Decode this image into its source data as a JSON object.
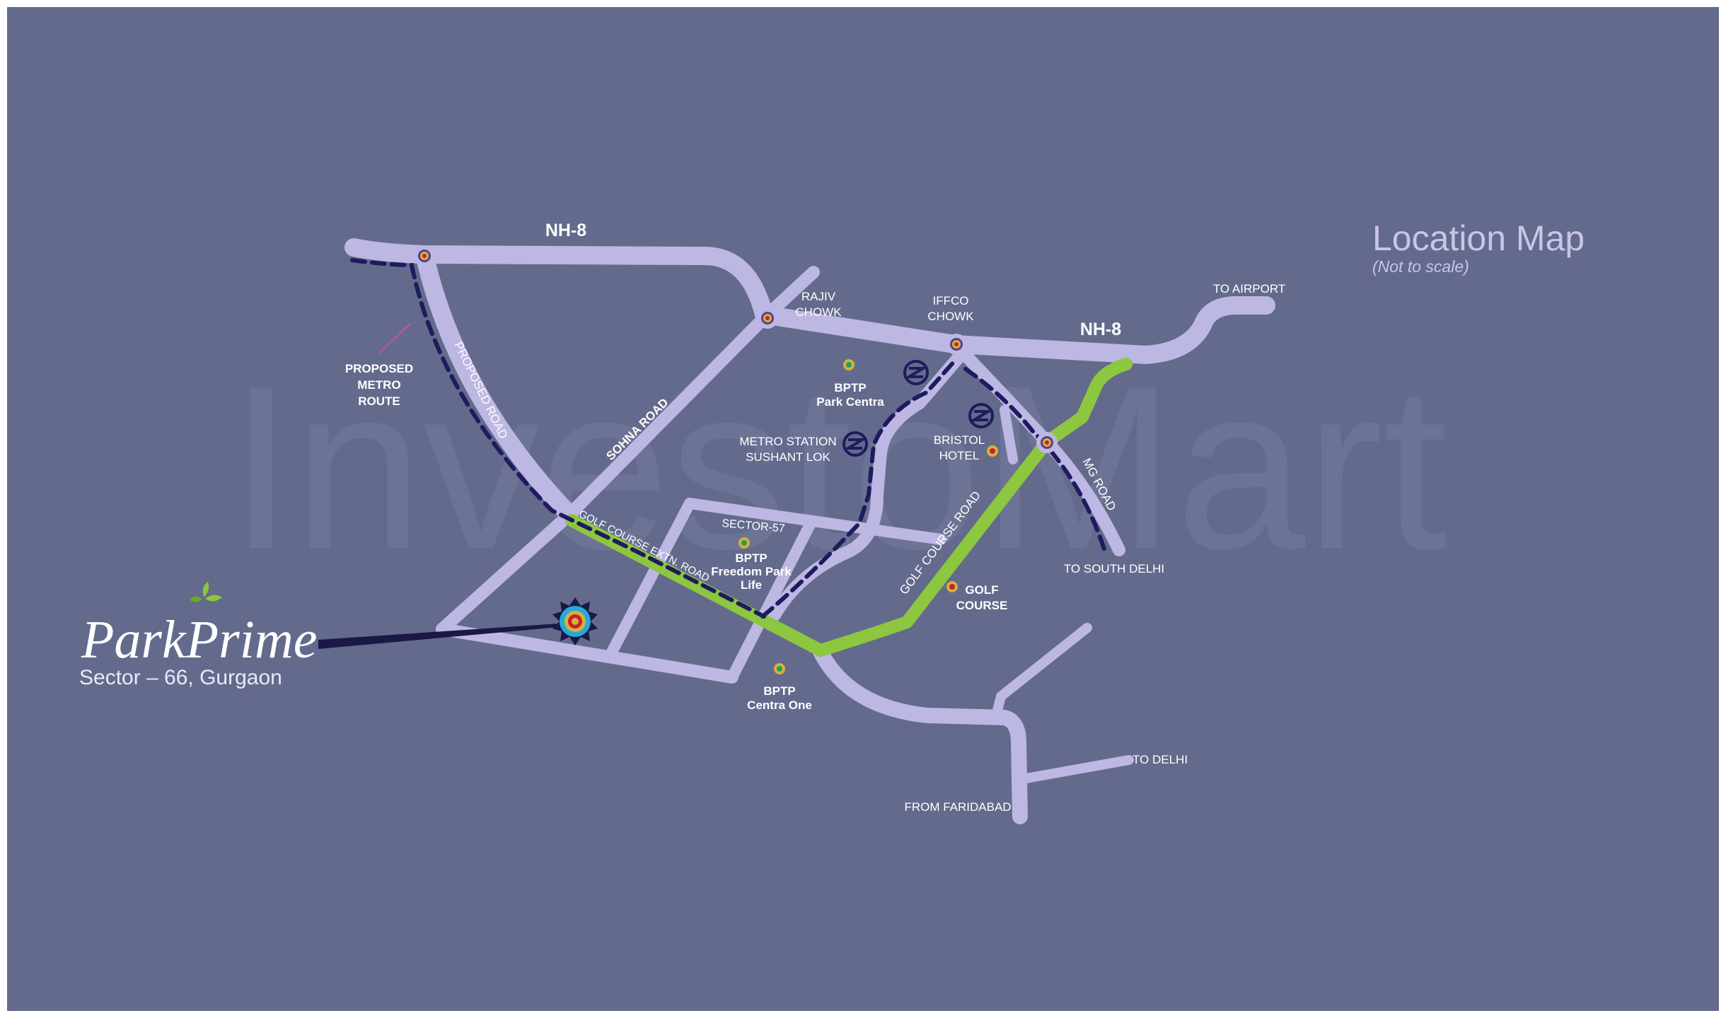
{
  "title": "Location Map",
  "subtitle": "(Not to scale)",
  "watermark": "InvestoMart",
  "project": {
    "name": "ParkPrime",
    "location": "Sector – 66, Gurgaon"
  },
  "roads": {
    "nh8_west": "NH-8",
    "nh8_east": "NH-8",
    "proposed_road": "PROPOSED ROAD",
    "sohna_road": "SOHNA ROAD",
    "golf_course_extn_road": "GOLF COURSE EXTN. ROAD",
    "golf_course_road": "GOLF COURSE ROAD",
    "mg_road": "MG ROAD",
    "sector_57": "SECTOR-57"
  },
  "places": {
    "rajiv_chowk": [
      "RAJIV",
      "CHOWK"
    ],
    "iffco_chowk": [
      "IFFCO",
      "CHOWK"
    ],
    "to_airport": "TO AIRPORT",
    "proposed_metro_route": [
      "PROPOSED",
      "METRO",
      "ROUTE"
    ],
    "bptp_park_centra": [
      "BPTP",
      "Park Centra"
    ],
    "metro_station_sushant_lok": [
      "METRO STATION",
      "SUSHANT LOK"
    ],
    "bristol_hotel": [
      "BRISTOL",
      "HOTEL"
    ],
    "to_south_delhi": "TO SOUTH DELHI",
    "bptp_freedom_park_life": [
      "BPTP",
      "Freedom Park",
      "Life"
    ],
    "golf_course": [
      "GOLF",
      "COURSE"
    ],
    "bptp_centra_one": [
      "BPTP",
      "Centra One"
    ],
    "to_delhi": "TO DELHI",
    "from_faridabad": "FROM FARIDABAD"
  },
  "colors": {
    "background": "#636a8c",
    "road": "#bdb7e3",
    "highway_green": "#8dc63f",
    "metro_dash": "#1e1b5e",
    "label": "#ffffff",
    "marker_ring": "#d4b23a",
    "marker_core": "#c8202f"
  },
  "icons": [
    "junction-marker-icon",
    "metro-station-icon",
    "project-star-icon",
    "leaf-icon"
  ]
}
